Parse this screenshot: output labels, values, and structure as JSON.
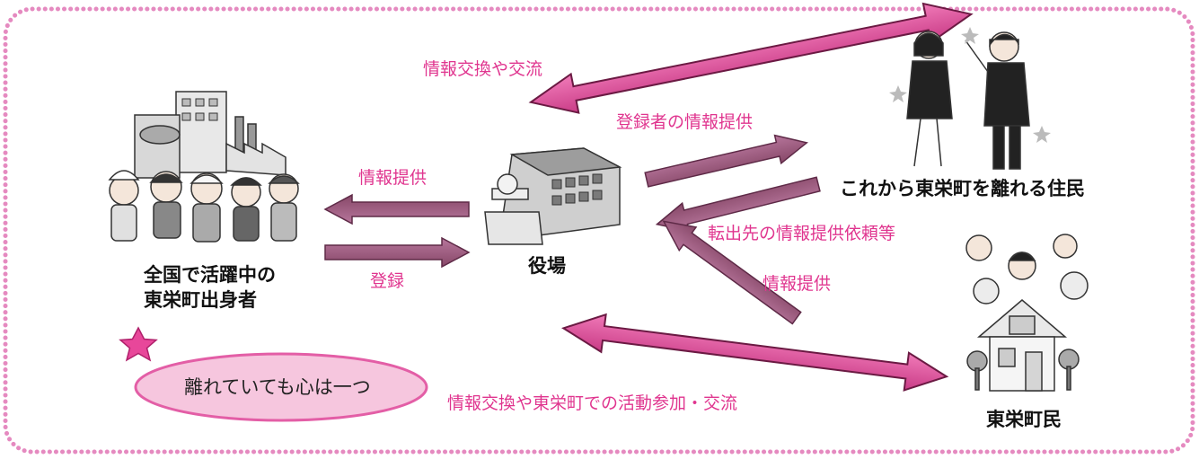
{
  "labels": {
    "exchange_top": "情報交換や交流",
    "registrant_info": "登録者の情報提供",
    "info_provide_left": "情報提供",
    "register": "登録",
    "town_hall": "役場",
    "leaving_residents": "これから東栄町を離れる住民",
    "transfer_request": "転出先の情報提供依頼等",
    "info_provide_right": "情報提供",
    "natives_line1": "全国で活躍中の",
    "natives_line2": "東栄町出身者",
    "motto": "離れていても心は一つ",
    "exchange_bottom": "情報交換や東栄町での活動参加・交流",
    "residents": "東栄町民"
  },
  "colors": {
    "border": "#e58ac0",
    "pink_text": "#e0358f",
    "double_arrow": "#e0569e",
    "single_arrow": "#9e5a82",
    "star": "#e8479a",
    "oval_fill": "#f6c6de",
    "oval_stroke": "#e35ea6"
  },
  "icons": [
    "star-icon",
    "native-people-icon",
    "town-hall-icon",
    "leaving-couple-icon",
    "residents-house-icon"
  ]
}
